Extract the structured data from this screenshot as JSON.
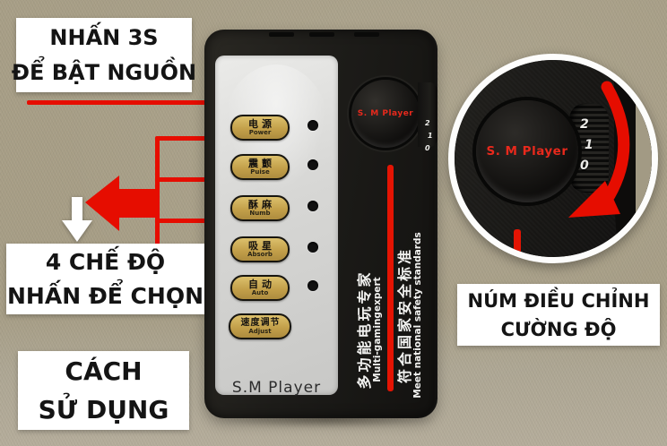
{
  "annotations": {
    "power": {
      "line1": "NHẤN 3S",
      "line2": "ĐỂ BẬT NGUỒN"
    },
    "modes": {
      "line1": "4 CHẾ ĐỘ",
      "line2": "NHẤN ĐỂ CHỌN"
    },
    "usage": {
      "line1": "CÁCH",
      "line2": "SỬ DỤNG"
    },
    "knob": {
      "line1": "NÚM ĐIỀU CHỈNH",
      "line2": "CƯỜNG ĐỘ"
    }
  },
  "device": {
    "brand": "S.M Player",
    "dial_label": "S. M Player",
    "buttons": [
      {
        "cn": "电源",
        "en": "Power"
      },
      {
        "cn": "震颤",
        "en": "Puise"
      },
      {
        "cn": "酥麻",
        "en": "Numb"
      },
      {
        "cn": "吸星",
        "en": "Absorb"
      },
      {
        "cn": "自动",
        "en": "Auto"
      },
      {
        "cn": "速度调节",
        "en": "Adjust"
      }
    ],
    "side_text_left": {
      "cn": "多功能电玩专家",
      "en": "Multi-gamingexpert"
    },
    "side_text_right": {
      "cn": "符合国家安全标准",
      "en": "Meet national safety standards"
    },
    "wheel_numbers": [
      "2",
      "1",
      "0"
    ]
  },
  "closeup": {
    "dial_label": "S. M Player",
    "wheel_numbers": [
      "2",
      "1",
      "0"
    ]
  },
  "colors": {
    "annotation_red": "#e60d00",
    "button_gold": "#c9a44a",
    "background_tan": "#a89f87",
    "dial_text_red": "#e8291c"
  }
}
